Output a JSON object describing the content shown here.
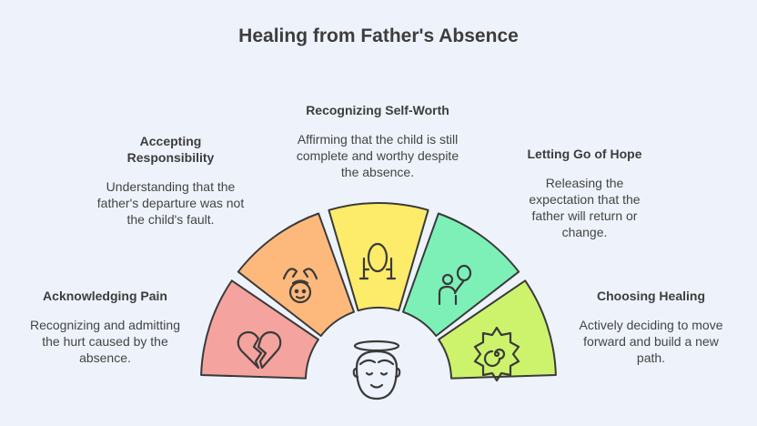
{
  "title": "Healing from Father's Absence",
  "stages": [
    {
      "heading": "Acknowledging Pain",
      "text": "Recognizing and admitting the hurt caused by the absence.",
      "color": "#f5a39e",
      "icon": "broken-heart-icon"
    },
    {
      "heading": "Accepting Responsibility",
      "text": "Understanding that the father's departure was not the child's fault.",
      "color": "#fdb97c",
      "icon": "cradled-child-icon"
    },
    {
      "heading": "Recognizing Self-Worth",
      "text": "Affirming that the child is still complete and worthy despite the absence.",
      "color": "#fdeb6a",
      "icon": "mirror-icon"
    },
    {
      "heading": "Letting Go of Hope",
      "text": "Releasing the expectation that the father will return or change.",
      "color": "#7df0b8",
      "icon": "person-releasing-balloon-icon"
    },
    {
      "heading": "Choosing Healing",
      "text": "Actively deciding to move forward and build a new path.",
      "color": "#cdf36c",
      "icon": "spiral-sun-icon"
    }
  ],
  "center_icon": "haloed-child-face-icon"
}
